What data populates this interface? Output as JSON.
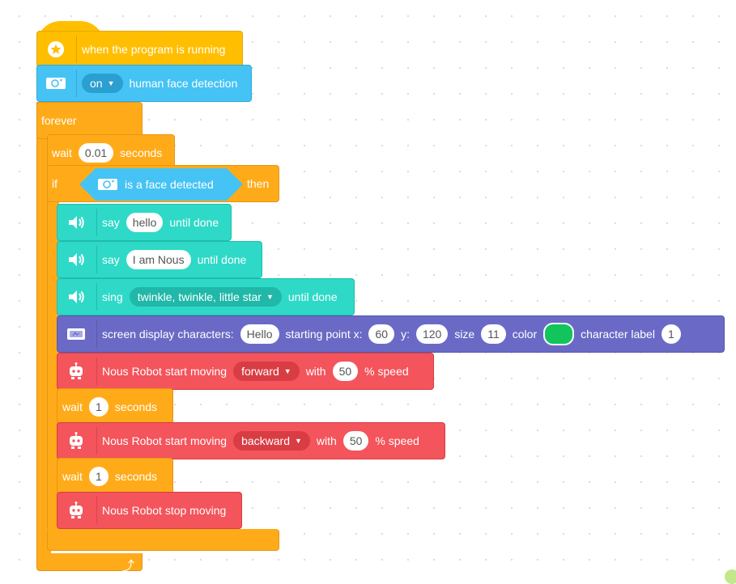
{
  "colors": {
    "event": "#ffbf00",
    "camera": "#45c3f4",
    "control": "#ffab19",
    "sound": "#2ed9c7",
    "screen": "#6a6ac6",
    "robot": "#f4545b",
    "swatch_green": "#12c45c"
  },
  "event_block": {
    "icon": "star-flag-icon",
    "label": "when the program is running"
  },
  "camera_block": {
    "icon": "camera-icon",
    "dropdown": "on",
    "label": "human face detection"
  },
  "forever_block": {
    "label": "forever",
    "icon": "loop-arrow-icon",
    "arrow": "⤴"
  },
  "wait1": {
    "label": "wait",
    "value": "0.01",
    "unit": "seconds"
  },
  "if_block": {
    "label": "if",
    "then": "then",
    "condition": {
      "icon": "camera-icon",
      "label": "is a face detected"
    }
  },
  "say1": {
    "icon": "speaker-icon",
    "label": "say",
    "text": "hello",
    "suffix": "until done"
  },
  "say2": {
    "icon": "speaker-icon",
    "label": "say",
    "text": "I am Nous",
    "suffix": "until done"
  },
  "sing": {
    "icon": "speaker-icon",
    "label": "sing",
    "song": "twinkle, twinkle, little star",
    "suffix": "until done"
  },
  "screen_block": {
    "icon": "screen-icon",
    "label": "screen display characters:",
    "text": "Hello",
    "x_label": "starting point x:",
    "x": "60",
    "y_label": "y:",
    "y": "120",
    "size_label": "size",
    "size": "11",
    "color_label": "color",
    "char_label": "character label",
    "char_value": "1"
  },
  "move1": {
    "icon": "robot-icon",
    "label": "Nous Robot start moving",
    "direction": "forward",
    "with": "with",
    "speed": "50",
    "suffix": "% speed"
  },
  "wait2": {
    "label": "wait",
    "value": "1",
    "unit": "seconds"
  },
  "move2": {
    "icon": "robot-icon",
    "label": "Nous Robot start moving",
    "direction": "backward",
    "with": "with",
    "speed": "50",
    "suffix": "% speed"
  },
  "wait3": {
    "label": "wait",
    "value": "1",
    "unit": "seconds"
  },
  "stop": {
    "icon": "robot-icon",
    "label": "Nous Robot stop moving"
  }
}
